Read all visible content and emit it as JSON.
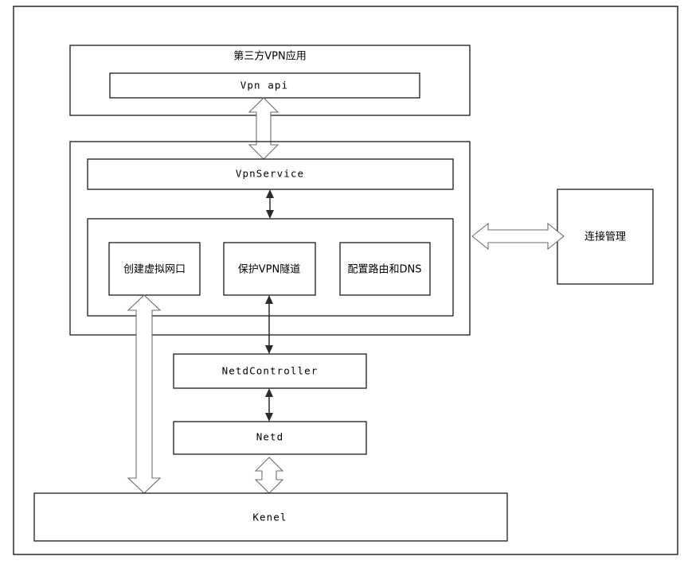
{
  "diagram": {
    "title_present": false,
    "background_color": "#ffffff",
    "line_color": "#1a1a1a",
    "arrow_outline_color": "#6e6e6e",
    "thin_arrow_color": "#2b2b2b",
    "boxes": {
      "outer_frame": {
        "label": ""
      },
      "third_party_app": {
        "label": "第三方VPN应用"
      },
      "vpn_api": {
        "label": "Vpn api"
      },
      "vpn_service": {
        "label": "VpnService"
      },
      "create_virtual_nic": {
        "label": "创建虚拟网口"
      },
      "protect_vpn_tunnel": {
        "label": "保护VPN隧道"
      },
      "config_route_dns": {
        "label": "配置路由和DNS"
      },
      "connection_manager": {
        "label": "连接管理"
      },
      "netd_controller": {
        "label": "NetdController"
      },
      "netd": {
        "label": "Netd"
      },
      "kernel": {
        "label": "Kenel"
      }
    },
    "connectors": [
      {
        "name": "vpnapi-to-vpnservice",
        "style": "block-double-arrow",
        "orientation": "vertical"
      },
      {
        "name": "vpnservice-to-inner-container",
        "style": "thin-double-arrow",
        "orientation": "vertical"
      },
      {
        "name": "framework-to-connection-manager",
        "style": "block-double-arrow",
        "orientation": "horizontal"
      },
      {
        "name": "protect-tunnel-to-netdcontroller",
        "style": "thin-double-arrow",
        "orientation": "vertical"
      },
      {
        "name": "netdcontroller-to-netd",
        "style": "thin-double-arrow",
        "orientation": "vertical"
      },
      {
        "name": "netd-to-kernel",
        "style": "block-double-arrow",
        "orientation": "vertical"
      },
      {
        "name": "create-virtual-nic-to-kernel",
        "style": "block-double-arrow",
        "orientation": "vertical"
      }
    ]
  }
}
